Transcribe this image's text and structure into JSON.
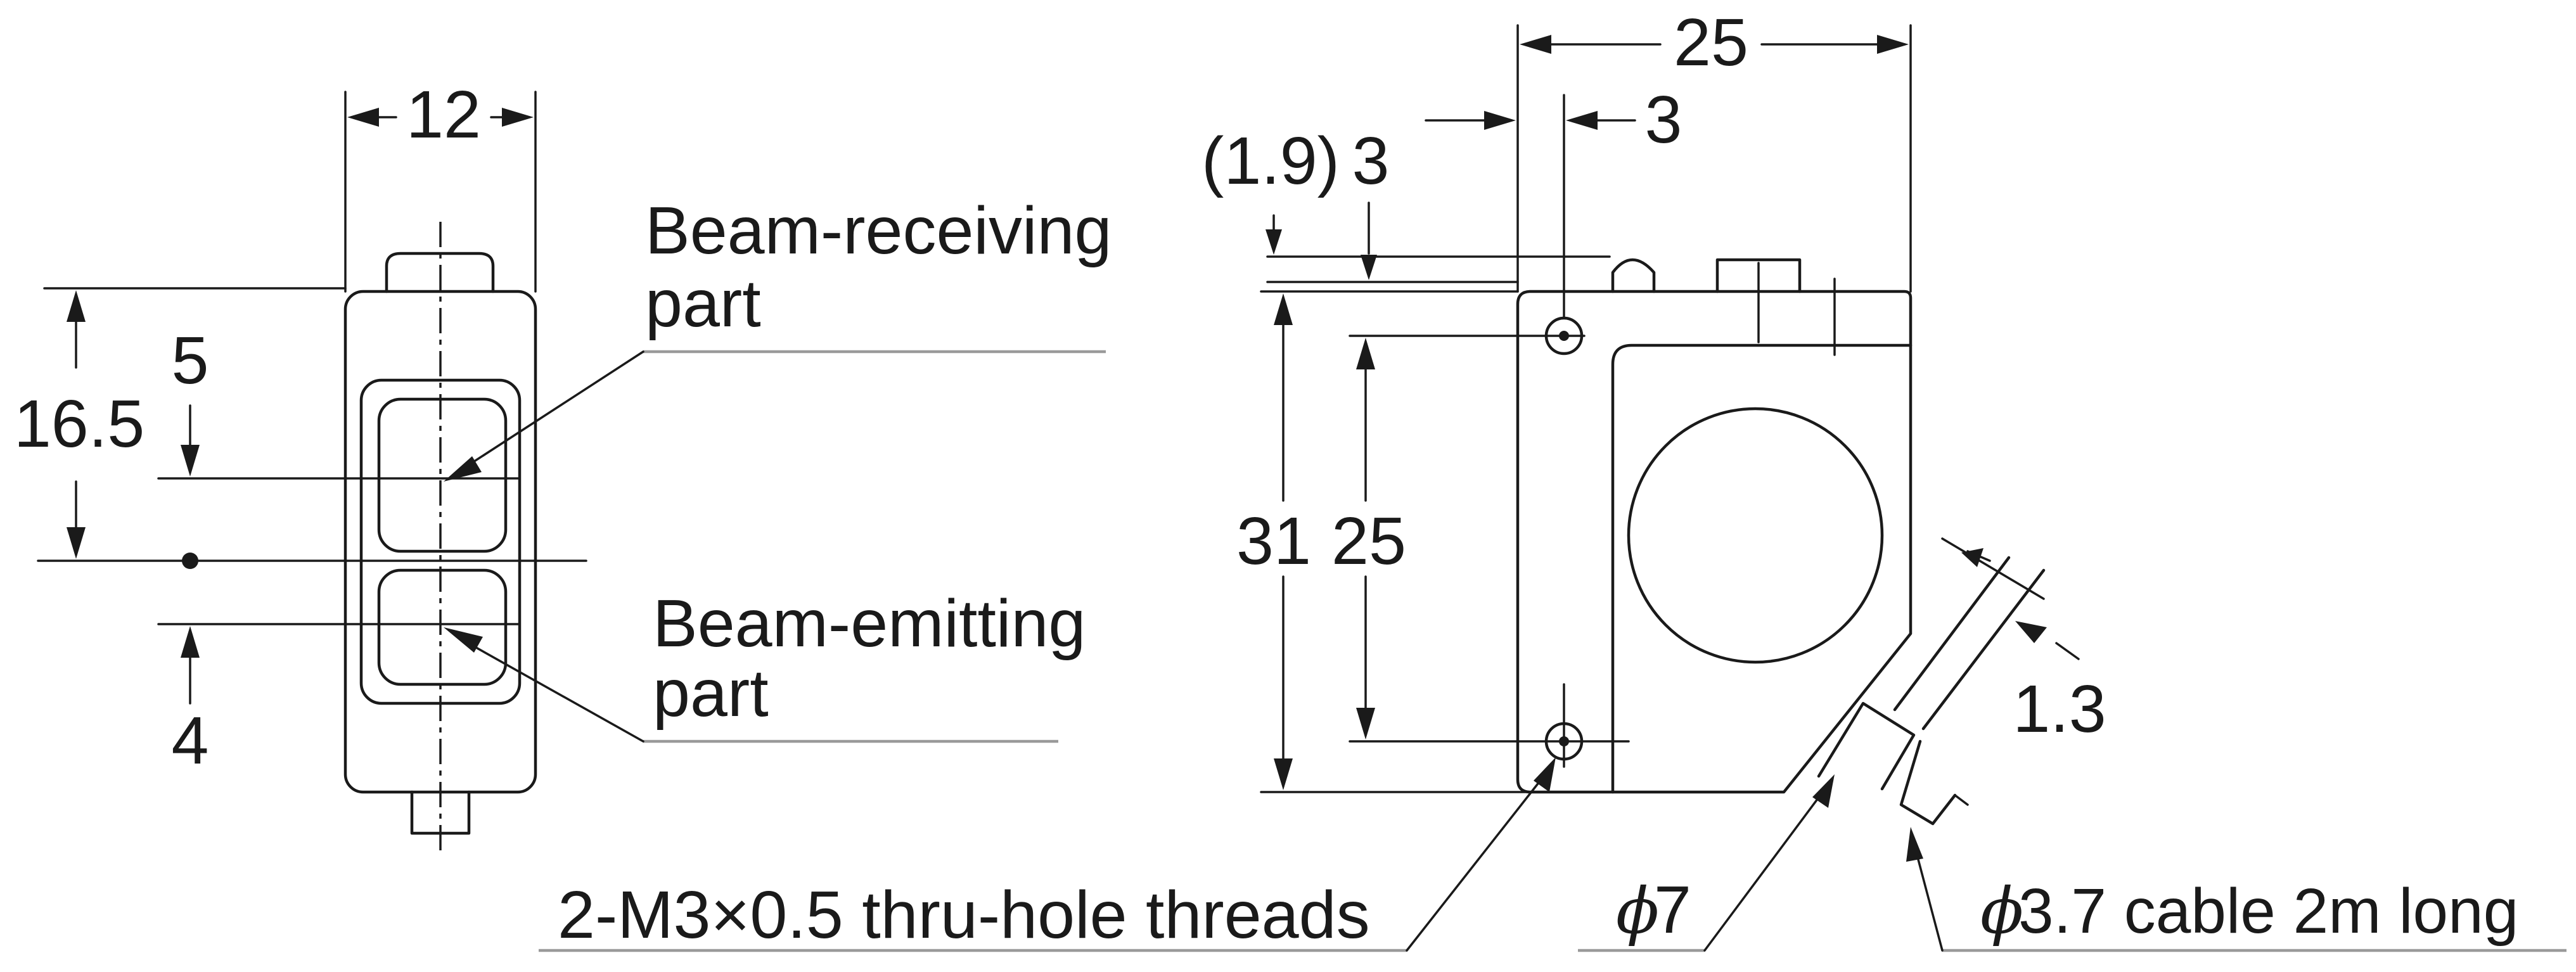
{
  "front_view": {
    "width_dim": "12",
    "height_dim": "16.5",
    "upper_offset_dim": "5",
    "lower_offset_dim": "4",
    "receiving_label_line1": "Beam-receiving",
    "receiving_label_line2": "part",
    "emitting_label_line1": "Beam-emitting",
    "emitting_label_line2": "part"
  },
  "side_view": {
    "width_dim": "25",
    "offset_dim": "3",
    "tab_dim_ref": "(1.9)",
    "tab_dim": "3",
    "height_dim": "31",
    "hole_pitch_dim": "25",
    "cable_offset_dim": "1.3",
    "mount_hole_note": "2-M3×0.5 thru-hole threads",
    "bushing_symbol": "ϕ",
    "bushing_dim": "7",
    "cable_symbol": "ϕ",
    "cable_note": "3.7 cable 2m long"
  }
}
